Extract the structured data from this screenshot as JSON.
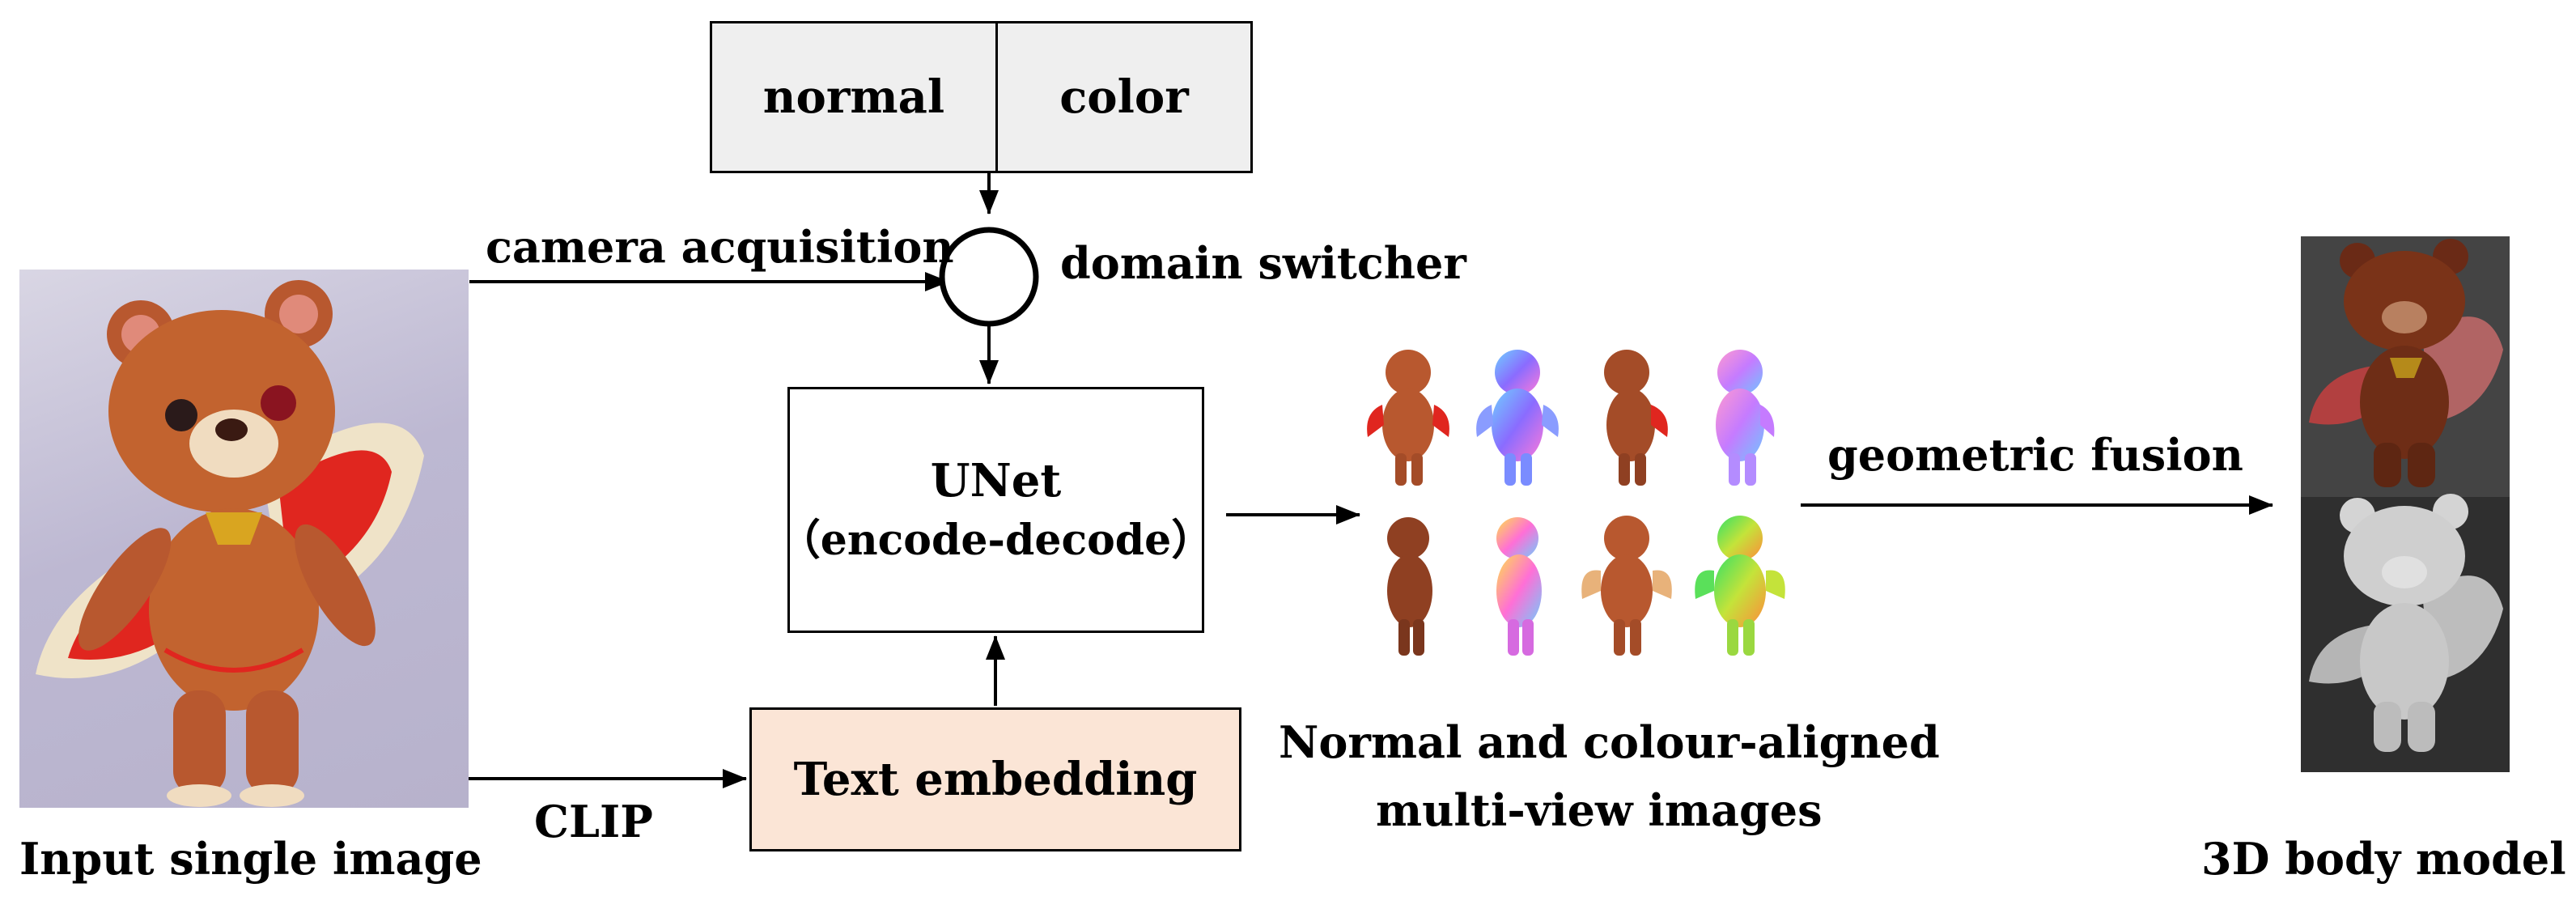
{
  "labels": {
    "normal": "normal",
    "color": "color",
    "camera_acquisition": "camera acquisition",
    "domain_switcher": "domain switcher",
    "unet_title": "UNet",
    "unet_subtitle": "（encode-decode）",
    "text_embedding": "Text embedding",
    "clip": "CLIP",
    "input_caption": "Input single image",
    "multiview_caption_line1": "Normal and colour-aligned",
    "multiview_caption_line2": "multi-view images",
    "geometric_fusion": "geometric fusion",
    "output_caption": "3D body model"
  },
  "colors": {
    "normal_color_box_fill": "#efefef",
    "text_embedding_fill": "#fbe5d6",
    "bear_brown": "#b8582f",
    "wing_red": "#e0261f",
    "render_dark": "#3a3a3a",
    "render_gray": "#cfcfcf"
  },
  "images": {
    "input_image": "teddy bear with wings photo",
    "multiview_images": [
      "color front view",
      "normal front view",
      "color three-quarter view",
      "normal side view",
      "color side view",
      "normal side view 2",
      "color back view",
      "normal back view"
    ],
    "output_renders": [
      "textured 3D model render",
      "untextured gray mesh render"
    ]
  }
}
